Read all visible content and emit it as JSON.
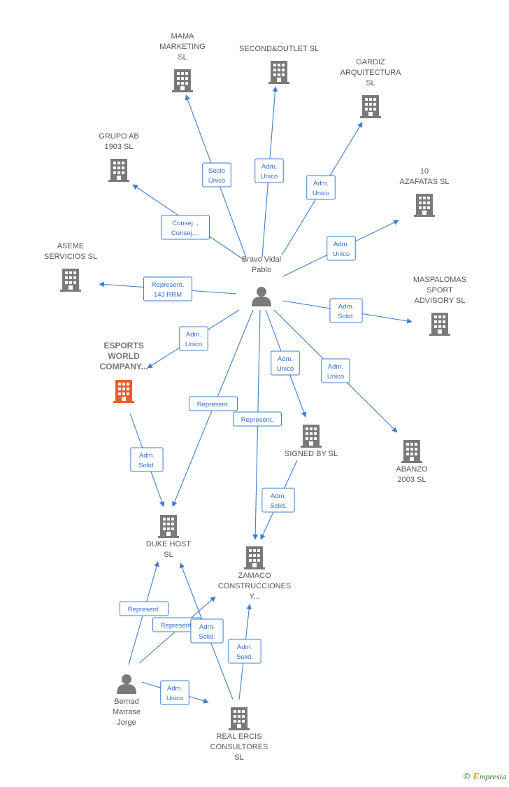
{
  "nodes": [
    {
      "id": "bravo",
      "kind": "person",
      "label": [
        "Bravo Vidal",
        "Pablo"
      ]
    },
    {
      "id": "bernad",
      "kind": "person",
      "label": [
        "Bernad",
        "Marrase",
        "Jorge"
      ]
    },
    {
      "id": "mama",
      "kind": "company",
      "label": [
        "MAMA",
        "MARKETING",
        "SL"
      ]
    },
    {
      "id": "second",
      "kind": "company",
      "label": [
        "SECOND&OUTLET SL"
      ]
    },
    {
      "id": "gardiz",
      "kind": "company",
      "label": [
        "GARDIZ",
        "ARQUITECTURA",
        "SL"
      ]
    },
    {
      "id": "grupoab",
      "kind": "company",
      "label": [
        "GRUPO AB",
        "1903  SL"
      ]
    },
    {
      "id": "azafatas",
      "kind": "company",
      "label": [
        "10",
        "AZAFATAS SL"
      ]
    },
    {
      "id": "aseme",
      "kind": "company",
      "label": [
        "ASEME",
        "SERVICIOS  SL"
      ]
    },
    {
      "id": "maspalomas",
      "kind": "company",
      "label": [
        "MASPALOMAS",
        "SPORT",
        "ADVISORY  SL"
      ]
    },
    {
      "id": "esports",
      "kind": "focus",
      "label": [
        "ESPORTS",
        "WORLD",
        "COMPANY..."
      ]
    },
    {
      "id": "signed",
      "kind": "company",
      "label": [
        "SIGNED BY SL"
      ]
    },
    {
      "id": "abanzo",
      "kind": "company",
      "label": [
        "ABANZO",
        "2003 SL"
      ]
    },
    {
      "id": "duke",
      "kind": "company",
      "label": [
        "DUKE HOST",
        "SL"
      ]
    },
    {
      "id": "zamaco",
      "kind": "company",
      "label": [
        "ZAMACO",
        "CONSTRUCCIONES",
        "Y..."
      ]
    },
    {
      "id": "realercis",
      "kind": "company",
      "label": [
        "REAL ERCIS",
        "CONSULTORES",
        "SL"
      ]
    }
  ],
  "edges": [
    {
      "from": "bravo",
      "to": "mama",
      "label": [
        "Socio",
        "Único"
      ]
    },
    {
      "from": "bravo",
      "to": "second",
      "label": [
        "Adm.",
        "Unico"
      ]
    },
    {
      "from": "bravo",
      "to": "gardiz",
      "label": [
        "Adm.",
        "Unico"
      ]
    },
    {
      "from": "bravo",
      "to": "grupoab",
      "label": [
        "Consej. ,",
        "Consej...."
      ]
    },
    {
      "from": "bravo",
      "to": "azafatas",
      "label": [
        "Adm.",
        "Unico"
      ]
    },
    {
      "from": "bravo",
      "to": "aseme",
      "label": [
        "Represent.",
        "143 RRM"
      ]
    },
    {
      "from": "bravo",
      "to": "maspalomas",
      "label": [
        "Adm.",
        "Solid."
      ]
    },
    {
      "from": "bravo",
      "to": "esports",
      "label": [
        "Adm.",
        "Unico"
      ]
    },
    {
      "from": "bravo",
      "to": "signed",
      "label": [
        "Adm.",
        "Unico"
      ]
    },
    {
      "from": "bravo",
      "to": "abanzo",
      "label": [
        "Adm.",
        "Unico"
      ]
    },
    {
      "from": "bravo",
      "to": "duke",
      "label": [
        "Represent."
      ]
    },
    {
      "from": "bravo",
      "to": "zamaco",
      "label": [
        "Represent."
      ]
    },
    {
      "from": "esports",
      "to": "duke",
      "label": [
        "Adm.",
        "Solid."
      ]
    },
    {
      "from": "signed",
      "to": "zamaco",
      "label": [
        "Adm.",
        "Solid."
      ]
    },
    {
      "from": "bernad",
      "to": "duke",
      "label": [
        "Represent."
      ]
    },
    {
      "from": "bernad",
      "to": "zamaco",
      "label": [
        "Represent."
      ]
    },
    {
      "from": "realercis",
      "to": "duke",
      "label": [
        "Adm.",
        "Solid."
      ]
    },
    {
      "from": "realercis",
      "to": "zamaco",
      "label": [
        "Adm.",
        "Solid."
      ]
    },
    {
      "from": "bernad",
      "to": "realercis",
      "label": [
        "Adm.",
        "Unico"
      ]
    }
  ],
  "colors": {
    "edge": "#3a7fd5",
    "company_icon": "#7a7a7a",
    "focus_icon": "#f05a28",
    "person_icon": "#7a7a7a"
  },
  "footer": {
    "copyright": "©",
    "brand_first": "E",
    "brand_rest": "mpresia"
  }
}
